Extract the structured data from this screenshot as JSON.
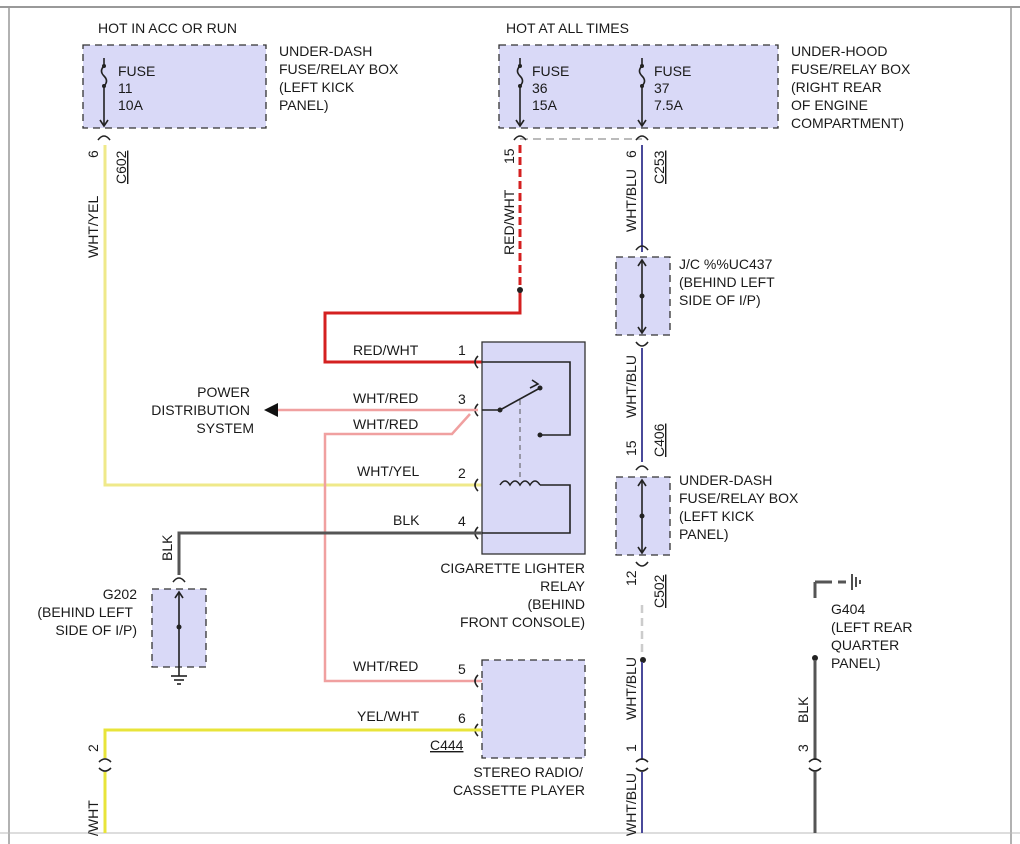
{
  "diagram": {
    "top_labels": {
      "hot_acc_run": "HOT IN ACC OR RUN",
      "hot_all_times": "HOT AT ALL TIMES"
    },
    "fuses": {
      "fuse11": {
        "label": "FUSE",
        "number": "11",
        "rating": "10A"
      },
      "fuse36": {
        "label": "FUSE",
        "number": "36",
        "rating": "15A"
      },
      "fuse37": {
        "label": "FUSE",
        "number": "37",
        "rating": "7.5A"
      }
    },
    "components": {
      "underdash_box_top": [
        "UNDER-DASH",
        "FUSE/RELAY BOX",
        "(LEFT KICK",
        "PANEL)"
      ],
      "underhood_box": [
        "UNDER-HOOD",
        "FUSE/RELAY BOX",
        "(RIGHT REAR",
        "OF ENGINE",
        "COMPARTMENT)"
      ],
      "jc_uc437": [
        "J/C %%UC437",
        "(BEHIND LEFT",
        "SIDE OF I/P)"
      ],
      "underdash_box_mid": [
        "UNDER-DASH",
        "FUSE/RELAY BOX",
        "(LEFT KICK",
        "PANEL)"
      ],
      "cig_relay": [
        "CIGARETTE LIGHTER",
        "RELAY",
        "(BEHIND",
        "FRONT CONSOLE)"
      ],
      "power_dist": [
        "POWER",
        "DISTRIBUTION",
        "SYSTEM"
      ],
      "g202": [
        "G202",
        "(BEHIND LEFT",
        "SIDE OF I/P)"
      ],
      "g404": [
        "G404",
        "(LEFT REAR",
        "QUARTER",
        "PANEL)"
      ],
      "stereo": [
        "STEREO RADIO/",
        "CASSETTE PLAYER"
      ]
    },
    "connectors": {
      "c602": "C602",
      "c253": "C253",
      "c406": "C406",
      "c502": "C502",
      "c444": "C444"
    },
    "pins": {
      "c602_pin": "6",
      "c253_red_pin": "15",
      "c253_blu_pin": "6",
      "c406_pin": "15",
      "c502_pin": "12",
      "relay_p1": "1",
      "relay_p3": "3",
      "relay_p2": "2",
      "relay_p4": "4",
      "radio_p5": "5",
      "radio_p6": "6",
      "bottom_left_pin": "2",
      "bottom_mid_pin": "1",
      "bottom_right_pin": "3"
    },
    "wires": {
      "wht_yel_v": "WHT/YEL",
      "red_wht_v": "RED/WHT",
      "wht_blu_1": "WHT/BLU",
      "wht_blu_2": "WHT/BLU",
      "wht_blu_3": "WHT/BLU",
      "wht_blu_4": "WHT/BLU",
      "red_wht_h": "RED/WHT",
      "wht_red_1": "WHT/RED",
      "wht_red_2": "WHT/RED",
      "wht_yel_h": "WHT/YEL",
      "blk_h": "BLK",
      "blk_v": "BLK",
      "wht_red_3": "WHT/RED",
      "yel_wht_h": "YEL/WHT",
      "wht_v_bottom": "/WHT",
      "blk_g404": "BLK"
    }
  }
}
